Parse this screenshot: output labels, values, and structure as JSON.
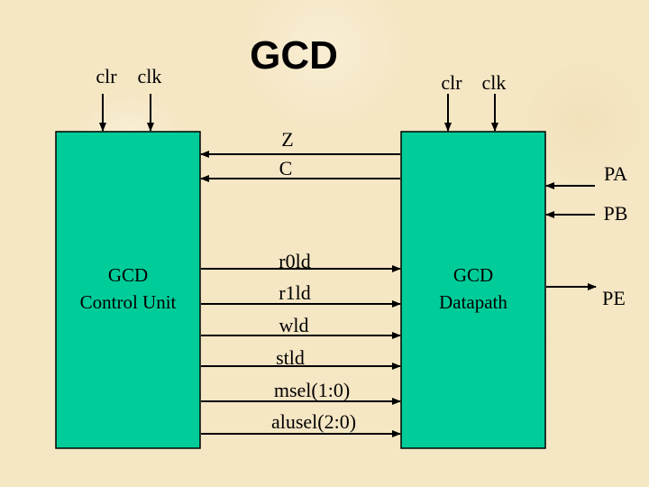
{
  "title": "GCD",
  "control_unit": {
    "name_line1": "GCD",
    "name_line2": "Control Unit",
    "clr": "clr",
    "clk": "clk"
  },
  "datapath": {
    "name_line1": "GCD",
    "name_line2": "Datapath",
    "clr": "clr",
    "clk": "clk"
  },
  "status_signals": [
    "Z",
    "C"
  ],
  "control_signals": [
    "r0ld",
    "r1ld",
    "wld",
    "stld",
    "msel(1:0)",
    "alusel(2:0)"
  ],
  "inputs": [
    "PA",
    "PB"
  ],
  "outputs": [
    "PE"
  ],
  "colors": {
    "block_fill": "#00cc99",
    "background": "#f5e6c4"
  }
}
